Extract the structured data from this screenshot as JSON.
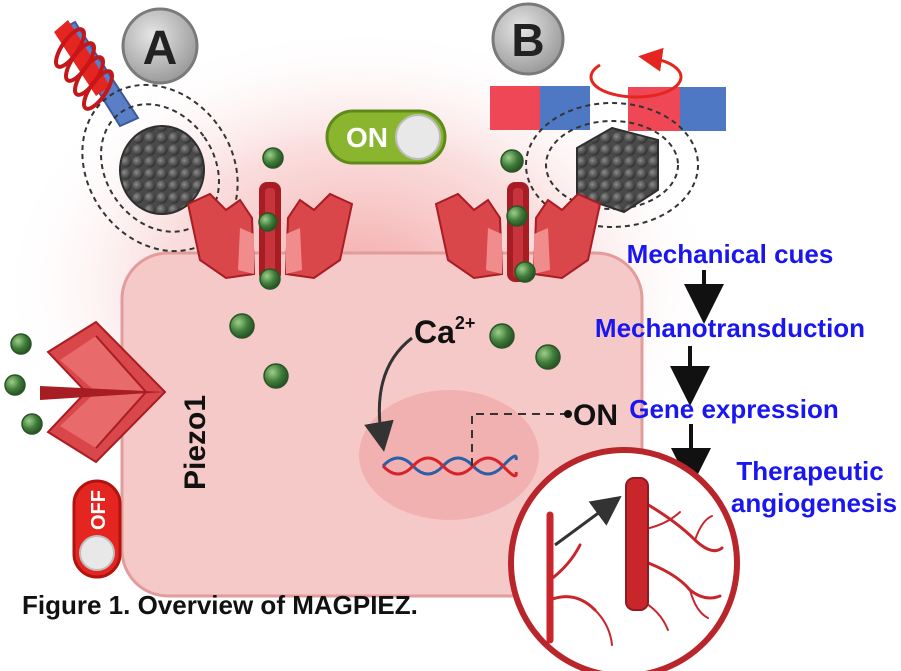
{
  "panels": {
    "a": "A",
    "b": "B"
  },
  "switches": {
    "on": "ON",
    "off": "OFF"
  },
  "labels": {
    "piezo": "Piezo1",
    "ion": "Ca",
    "ion_charge": "2+",
    "gene_on": "ON"
  },
  "pathway": [
    "Mechanical cues",
    "Mechanotransduction",
    "Gene expression",
    "Therapeutic",
    "angiogenesis"
  ],
  "caption": "Figure 1. Overview of MAGPIEZ.",
  "colors": {
    "pathway_text": "#1a16f0",
    "channel": "#d9474a",
    "channel_dark": "#a81c24",
    "calcium": "#3f7d3a",
    "cell_fill": "#f6c9c9",
    "magnet_red": "#ef4755",
    "magnet_blue": "#4f78c4",
    "on_switch": "#8ab52f",
    "off_switch": "#e52620"
  }
}
